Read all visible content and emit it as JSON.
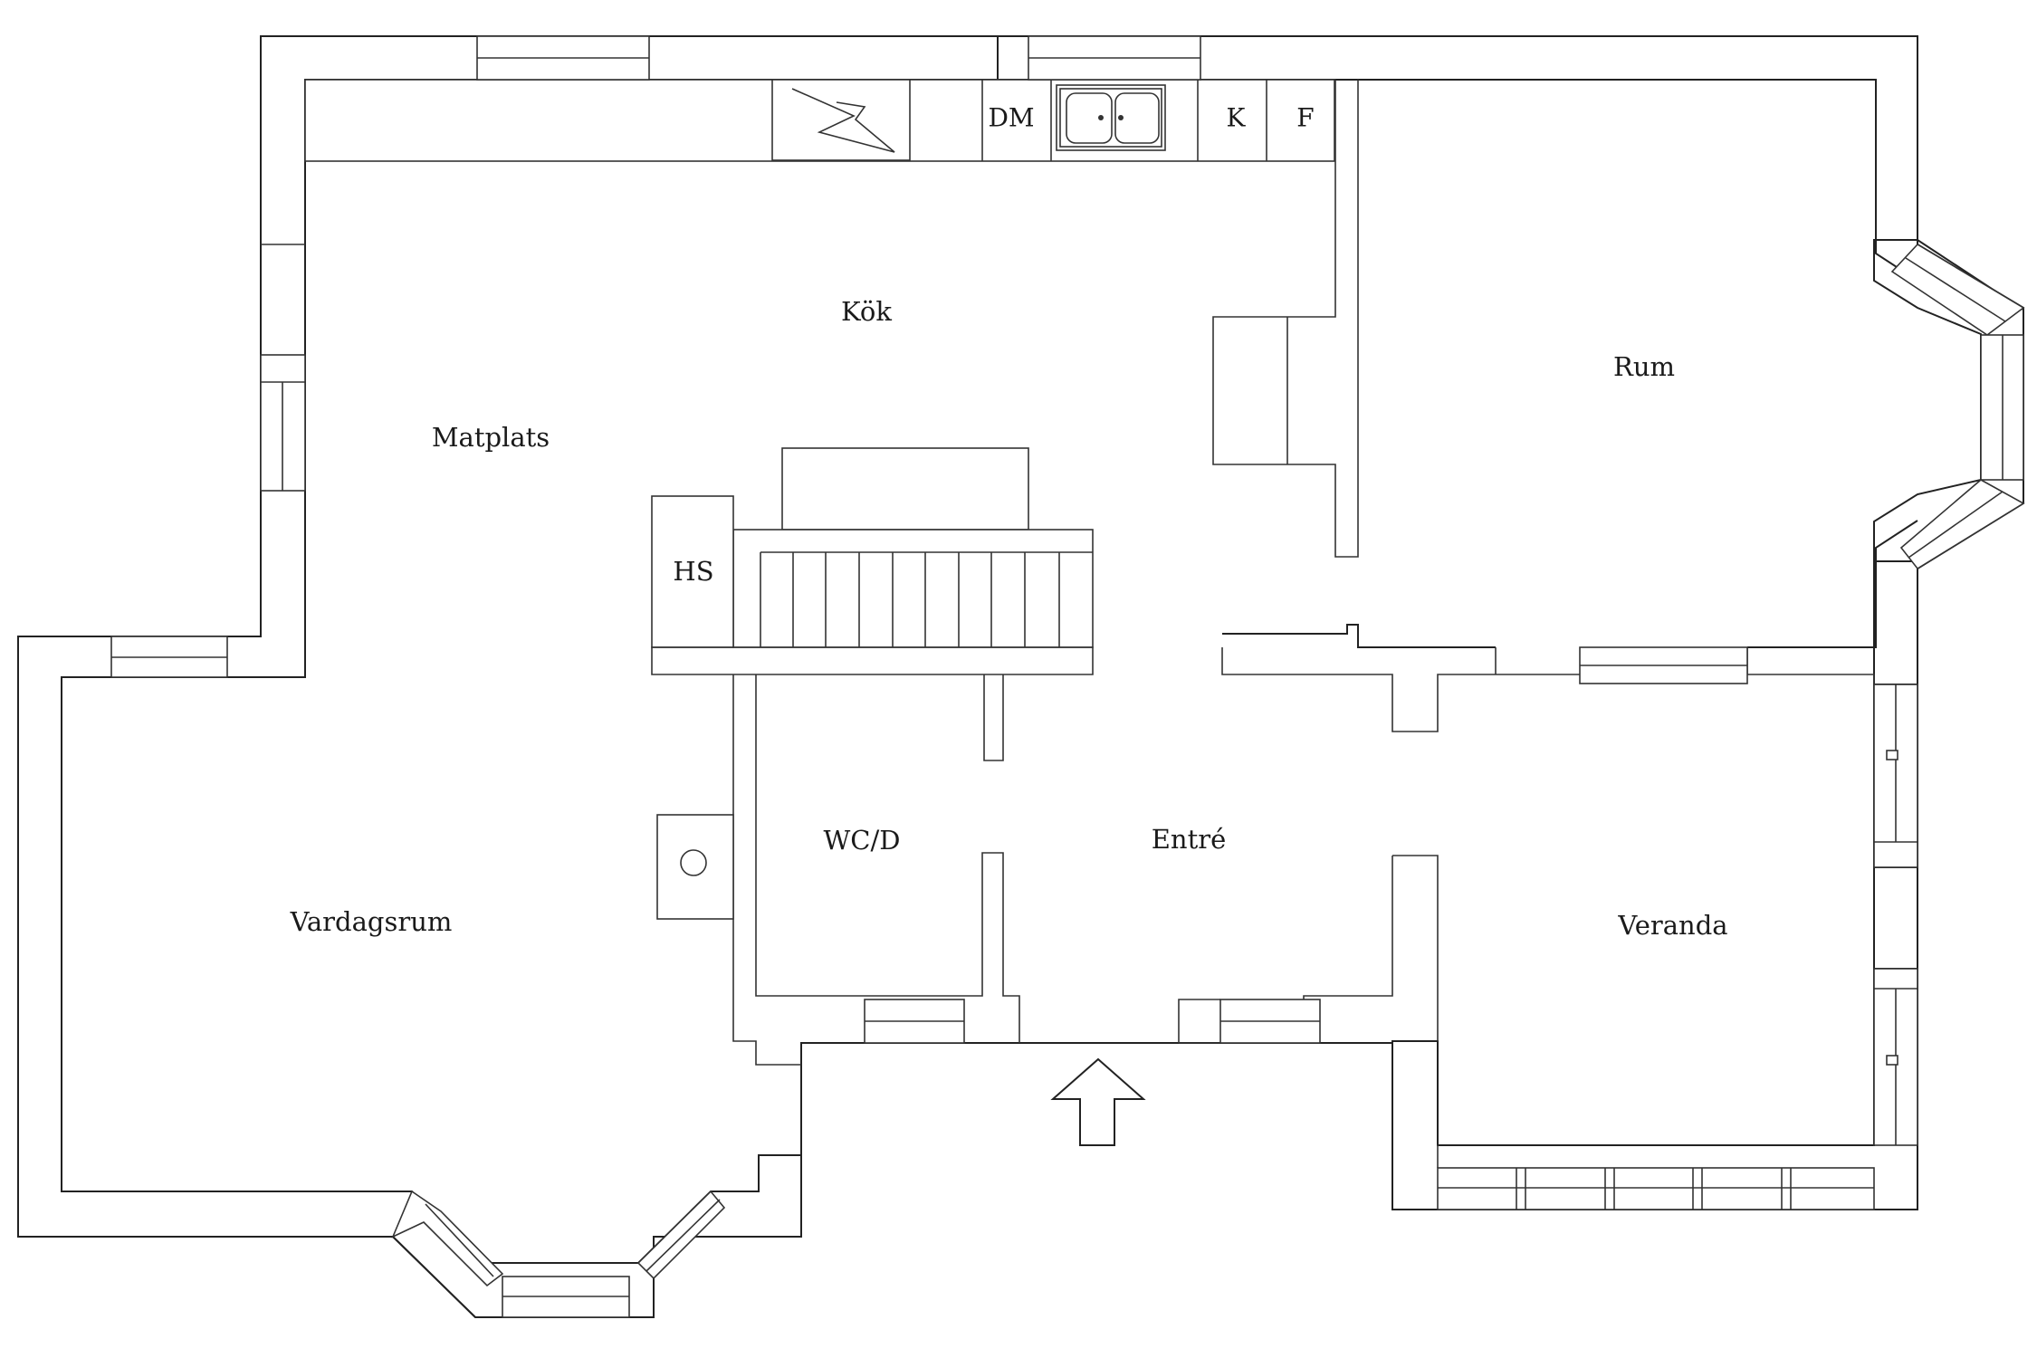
{
  "rooms": {
    "kok": "Kök",
    "rum": "Rum",
    "matplats": "Matplats",
    "hs": "HS",
    "vardagsrum": "Vardagsrum",
    "wcd": "WC/D",
    "entre": "Entré",
    "veranda": "Veranda"
  },
  "appliances": {
    "dm": "DM",
    "k": "K",
    "f": "F"
  },
  "icons": {
    "stove": "stove-icon",
    "sink": "double-sink-icon",
    "entrance": "entrance-arrow-icon"
  },
  "colors": {
    "line": "#222222",
    "background": "#ffffff"
  }
}
